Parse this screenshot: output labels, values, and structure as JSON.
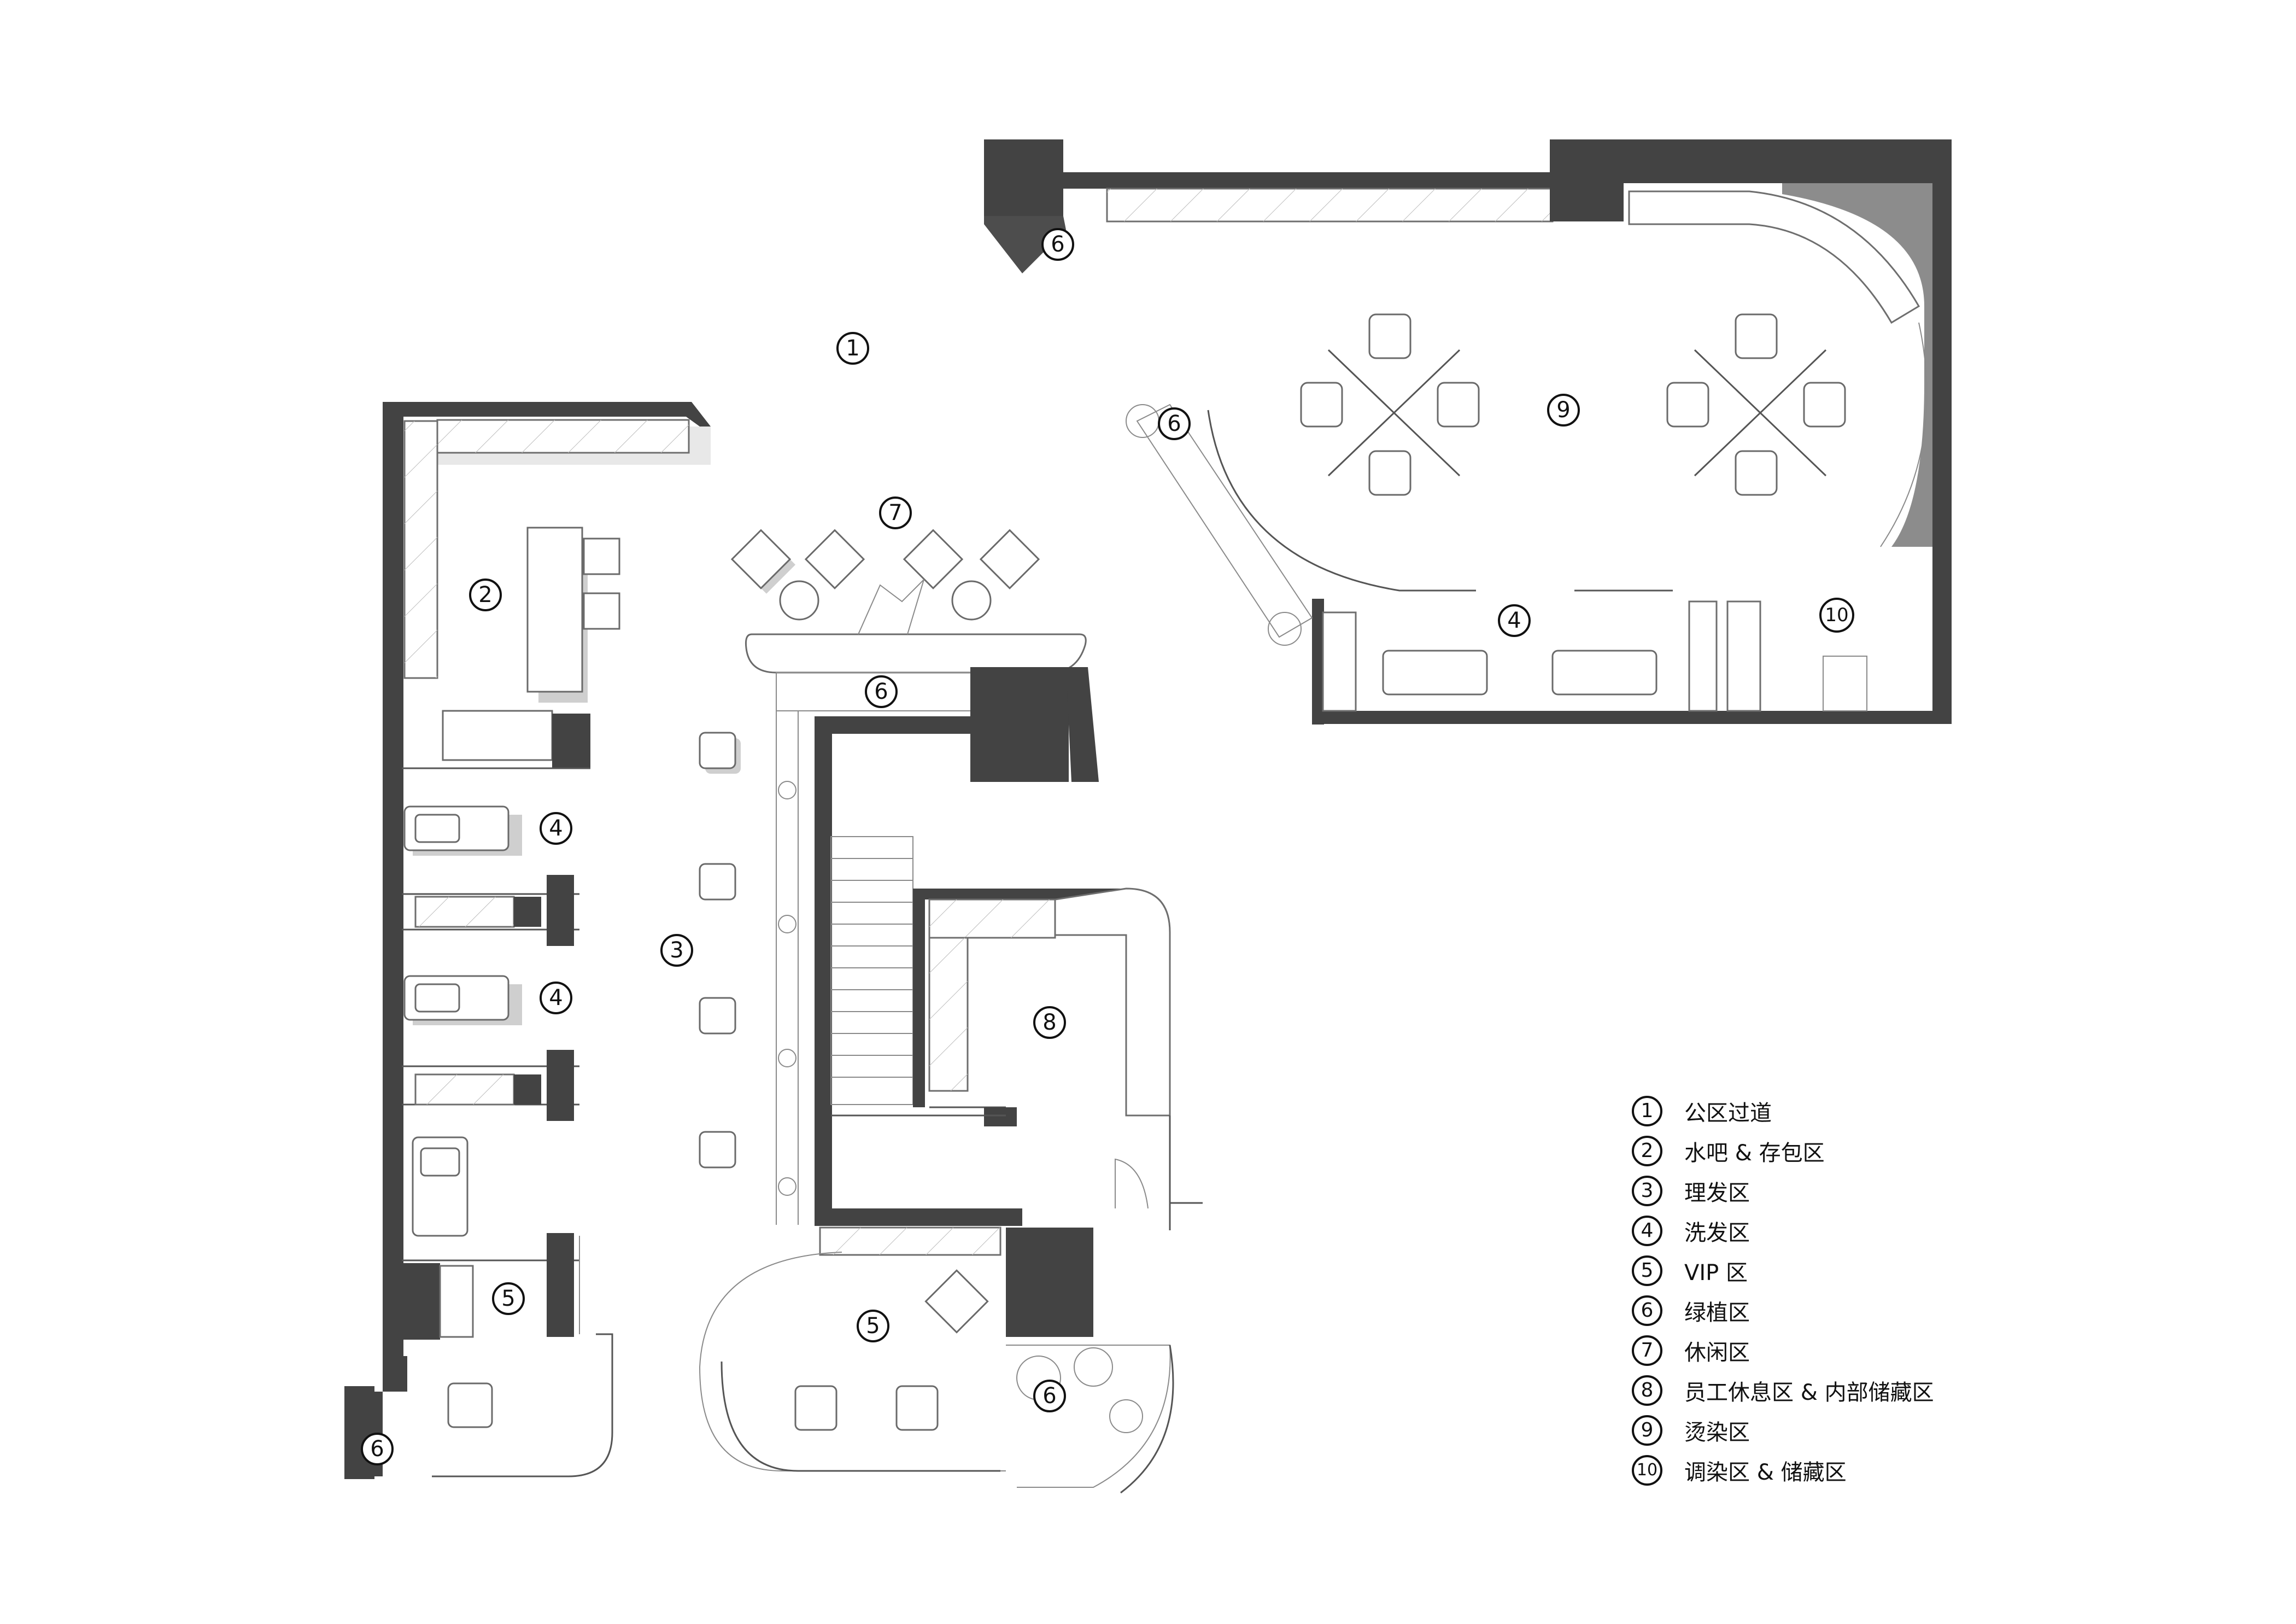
{
  "zone_markers": [
    {
      "num": "1"
    },
    {
      "num": "2"
    },
    {
      "num": "3"
    },
    {
      "num": "4"
    },
    {
      "num": "4"
    },
    {
      "num": "4"
    },
    {
      "num": "5"
    },
    {
      "num": "5"
    },
    {
      "num": "6"
    },
    {
      "num": "6"
    },
    {
      "num": "6"
    },
    {
      "num": "6"
    },
    {
      "num": "6"
    },
    {
      "num": "7"
    },
    {
      "num": "8"
    },
    {
      "num": "9"
    },
    {
      "num": "10"
    }
  ],
  "legend": [
    {
      "num": "1",
      "label": "公区过道"
    },
    {
      "num": "2",
      "label": "水吧 & 存包区"
    },
    {
      "num": "3",
      "label": "理发区"
    },
    {
      "num": "4",
      "label": "洗发区"
    },
    {
      "num": "5",
      "label": "VIP 区"
    },
    {
      "num": "6",
      "label": "绿植区"
    },
    {
      "num": "7",
      "label": "休闲区"
    },
    {
      "num": "8",
      "label": "员工休息区 & 内部储藏区"
    },
    {
      "num": "9",
      "label": "烫染区"
    },
    {
      "num": "10",
      "label": "调染区 & 储藏区"
    }
  ],
  "colors": {
    "wall": "#434343",
    "background": "#ffffff",
    "line": "#555555"
  }
}
